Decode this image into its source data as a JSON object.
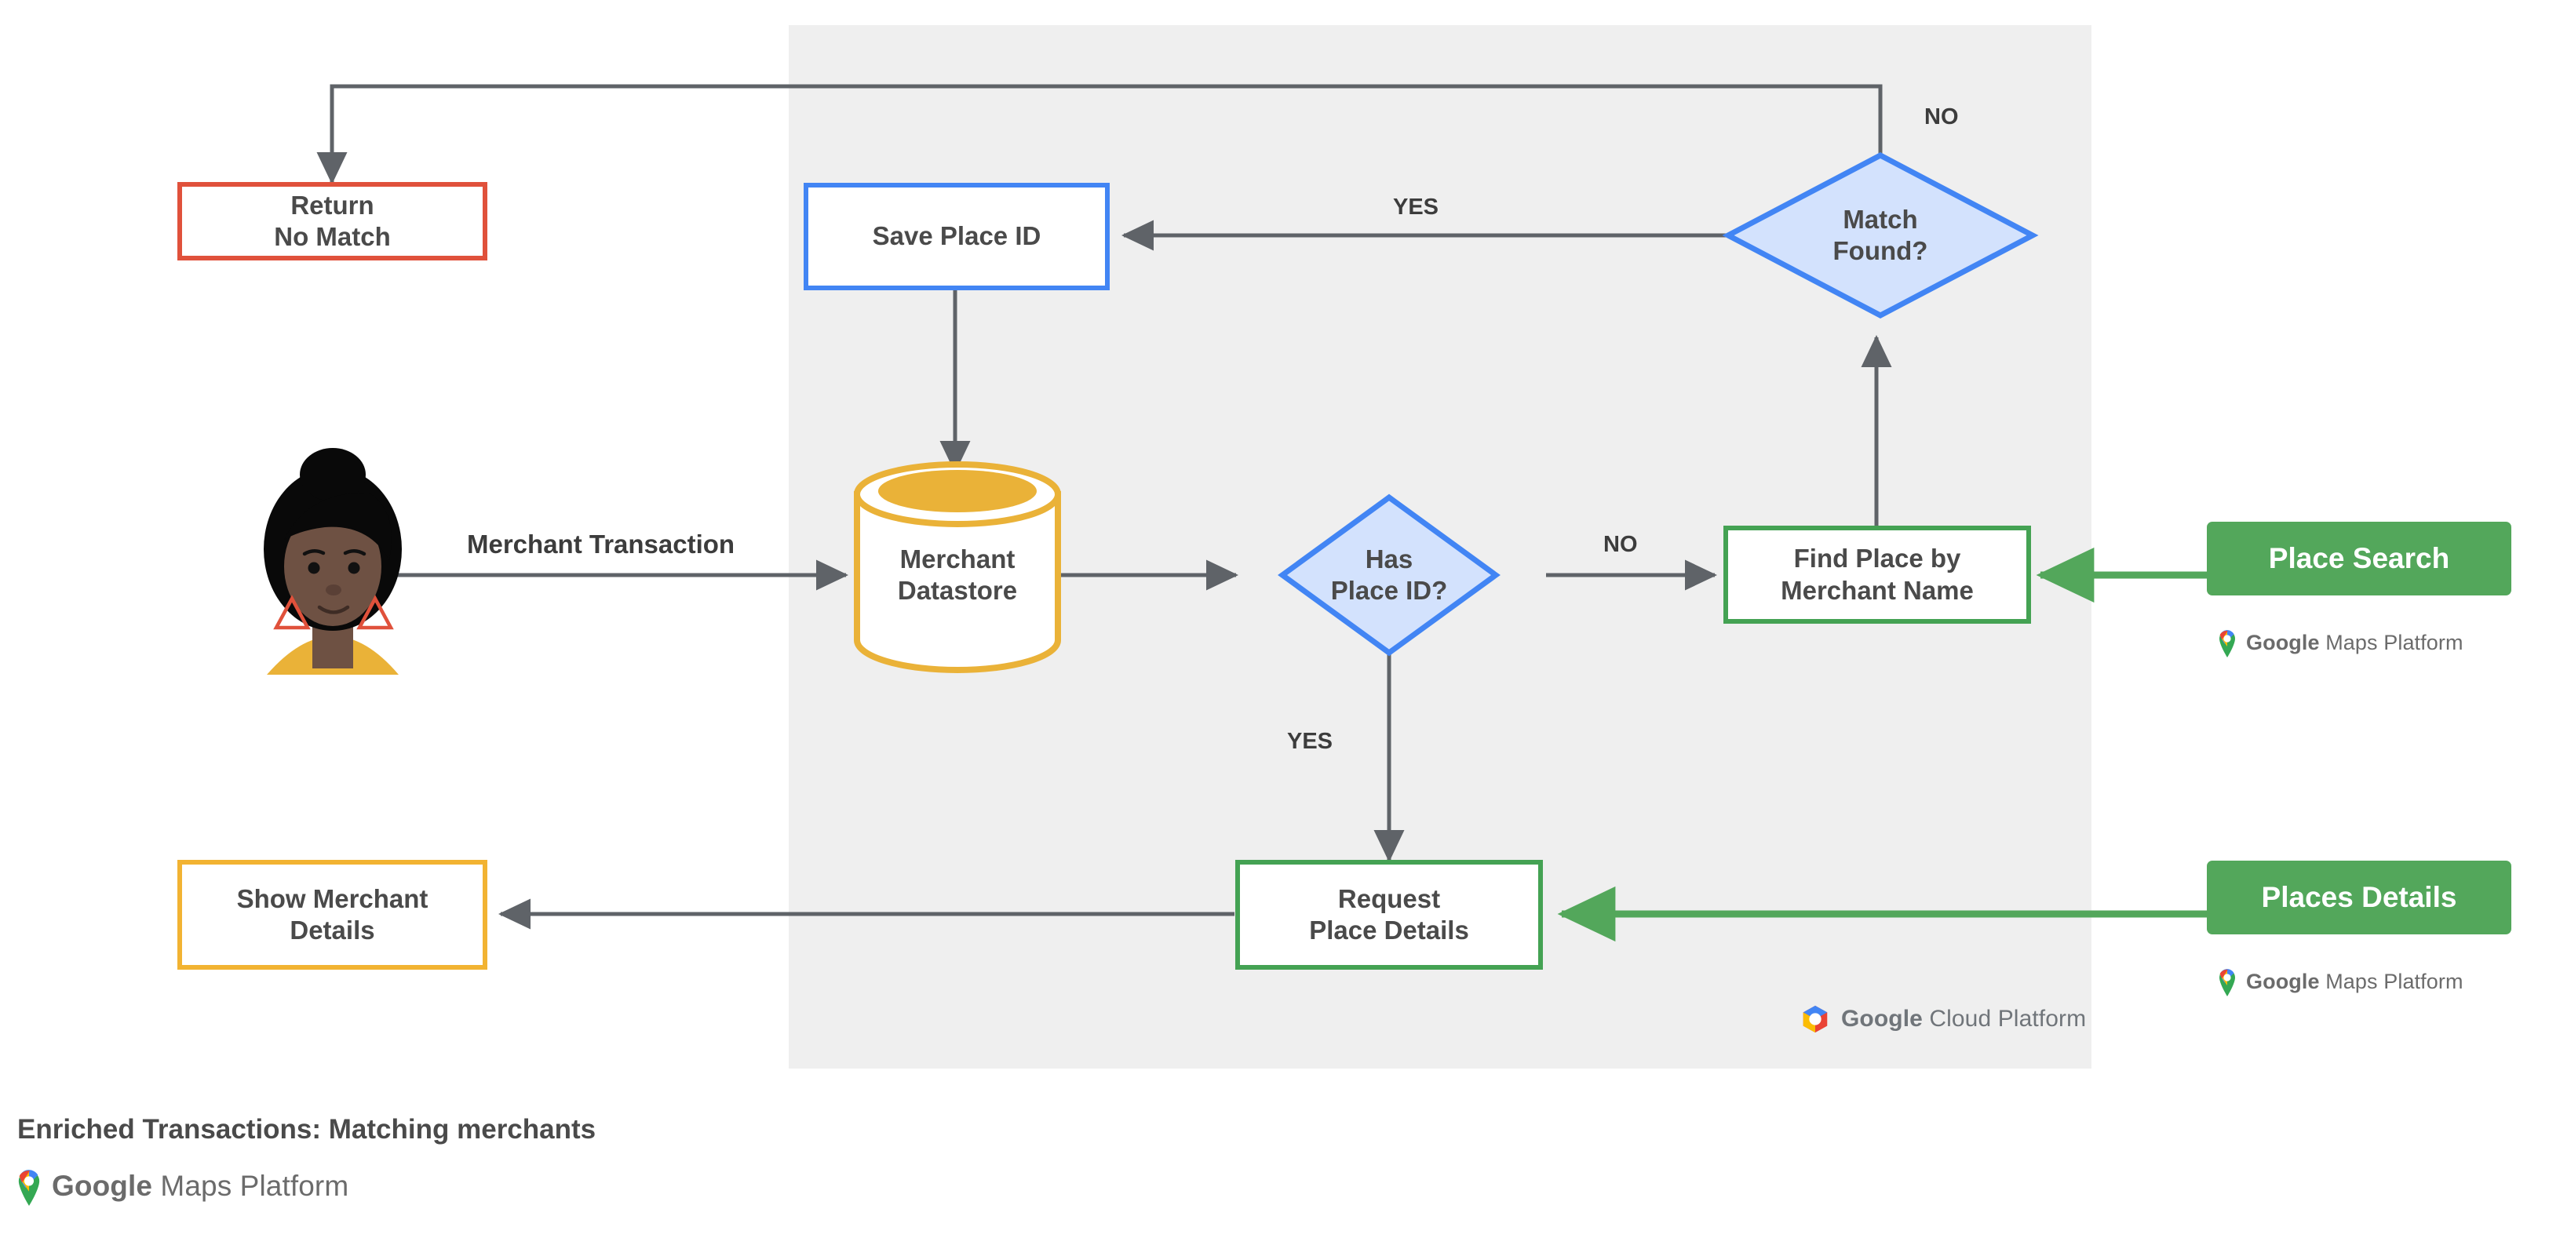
{
  "diagram": {
    "caption": "Enriched Transactions: Matching merchants",
    "panel_label": "google-cloud-platform-region",
    "colors": {
      "panel_background": "#EFEFEF",
      "page_background": "#FFFFFF",
      "red": "#E0513B",
      "blue": "#4285F4",
      "diamond_fill": "#D3E2FD",
      "green": "#44A253",
      "green_solid": "#53A75B",
      "amber": "#F2B332",
      "amber_fill": "#EAB238",
      "arrow_gray": "#5F6368",
      "text_gray": "#4A4A4A"
    },
    "nodes": [
      {
        "id": "return-no-match",
        "label": "Return\nNo Match",
        "shape": "rect",
        "style": "red"
      },
      {
        "id": "save-place-id",
        "label": "Save Place ID",
        "shape": "rect",
        "style": "blue"
      },
      {
        "id": "match-found",
        "label": "Match\nFound?",
        "shape": "diamond",
        "style": "blue"
      },
      {
        "id": "merchant-datastore",
        "label": "Merchant\nDatastore",
        "shape": "cylinder",
        "style": "amber"
      },
      {
        "id": "has-place-id",
        "label": "Has\nPlace ID?",
        "shape": "diamond",
        "style": "blue"
      },
      {
        "id": "find-place",
        "label": "Find Place by\nMerchant Name",
        "shape": "rect",
        "style": "green"
      },
      {
        "id": "request-details",
        "label": "Request\nPlace Details",
        "shape": "rect",
        "style": "green"
      },
      {
        "id": "show-merchant",
        "label": "Show Merchant\nDetails",
        "shape": "rect",
        "style": "amber"
      },
      {
        "id": "place-search",
        "label": "Place Search",
        "shape": "pill",
        "style": "green-solid"
      },
      {
        "id": "places-details",
        "label": "Places Details",
        "shape": "pill",
        "style": "green-solid"
      },
      {
        "id": "customer-avatar",
        "label": "",
        "shape": "avatar",
        "style": "illustration"
      }
    ],
    "edge_labels": [
      {
        "id": "merchant-transaction",
        "text": "Merchant Transaction"
      },
      {
        "id": "match-found-no",
        "text": "NO"
      },
      {
        "id": "match-found-yes",
        "text": "YES"
      },
      {
        "id": "has-place-id-no",
        "text": "NO"
      },
      {
        "id": "has-place-id-yes",
        "text": "YES"
      }
    ],
    "logos": {
      "maps_platform_brand": "Google",
      "maps_platform_product": " Maps Platform",
      "cloud_platform_brand": "Google",
      "cloud_platform_product": " Cloud Platform"
    }
  }
}
